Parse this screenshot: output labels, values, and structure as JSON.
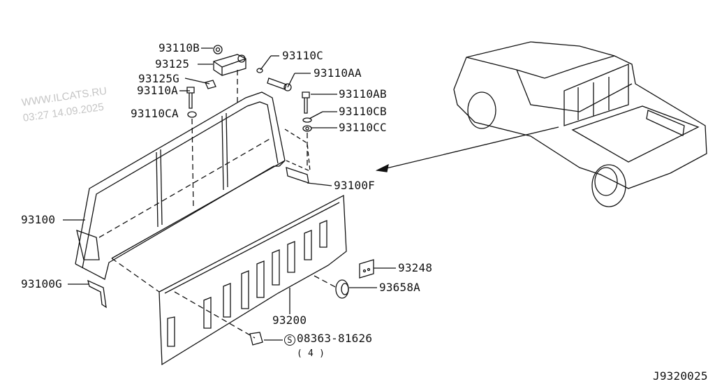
{
  "diagram_code": "J9320025",
  "watermark": {
    "site": "WWW.ILCATS.RU",
    "timestamp": "03:27 14.09.2025"
  },
  "parts": {
    "p93110B": "93110B",
    "p93125": "93125",
    "p93125G": "93125G",
    "p93110A": "93110A",
    "p93110CA": "93110CA",
    "p93110C": "93110C",
    "p93110AA": "93110AA",
    "p93110AB": "93110AB",
    "p93110CB": "93110CB",
    "p93110CC": "93110CC",
    "p93100F": "93100F",
    "p93100": "93100",
    "p93100G": "93100G",
    "p93248": "93248",
    "p93658A": "93658A",
    "p93200": "93200",
    "bolt_symbol": "S",
    "bolt": "08363-81626",
    "bolt_qty": "( 4 )"
  }
}
